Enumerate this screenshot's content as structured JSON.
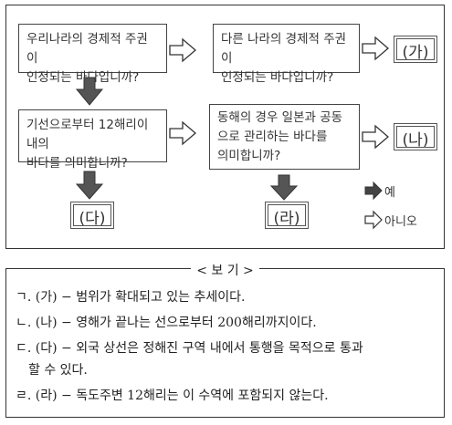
{
  "diagram": {
    "q1": {
      "line1": "우리나라의 경제적 주권이",
      "line2": "인정되는 바다입니까?"
    },
    "q2": {
      "line1": "다른 나라의 경제적 주권이",
      "line2": "인정되는 바다입니까?"
    },
    "q3": {
      "line1": "기선으로부터 12해리이내의",
      "line2": "바다를 의미합니까?"
    },
    "q4": {
      "line1": "동해의 경우 일본과 공동",
      "line2": "으로 관리하는 바다를",
      "line3": "의미합니까?"
    },
    "answers": {
      "ga": "(가)",
      "na": "(나)",
      "da": "(다)",
      "ra": "(라)"
    },
    "legend": {
      "yes": "예",
      "no": "아니오"
    }
  },
  "bogi": {
    "title": "< 보 기 >",
    "options": [
      "ㄱ. (가) − 범위가 확대되고 있는 추세이다.",
      "ㄴ. (나) − 영해가 끝나는 선으로부터 200해리까지이다.",
      "ㄷ. (다) − 외국 상선은 정해진 구역 내에서 통행을 목적으로 통과",
      "할 수 있다.",
      "ㄹ. (라) − 독도주변 12해리는 이 수역에 포함되지 않는다."
    ]
  }
}
